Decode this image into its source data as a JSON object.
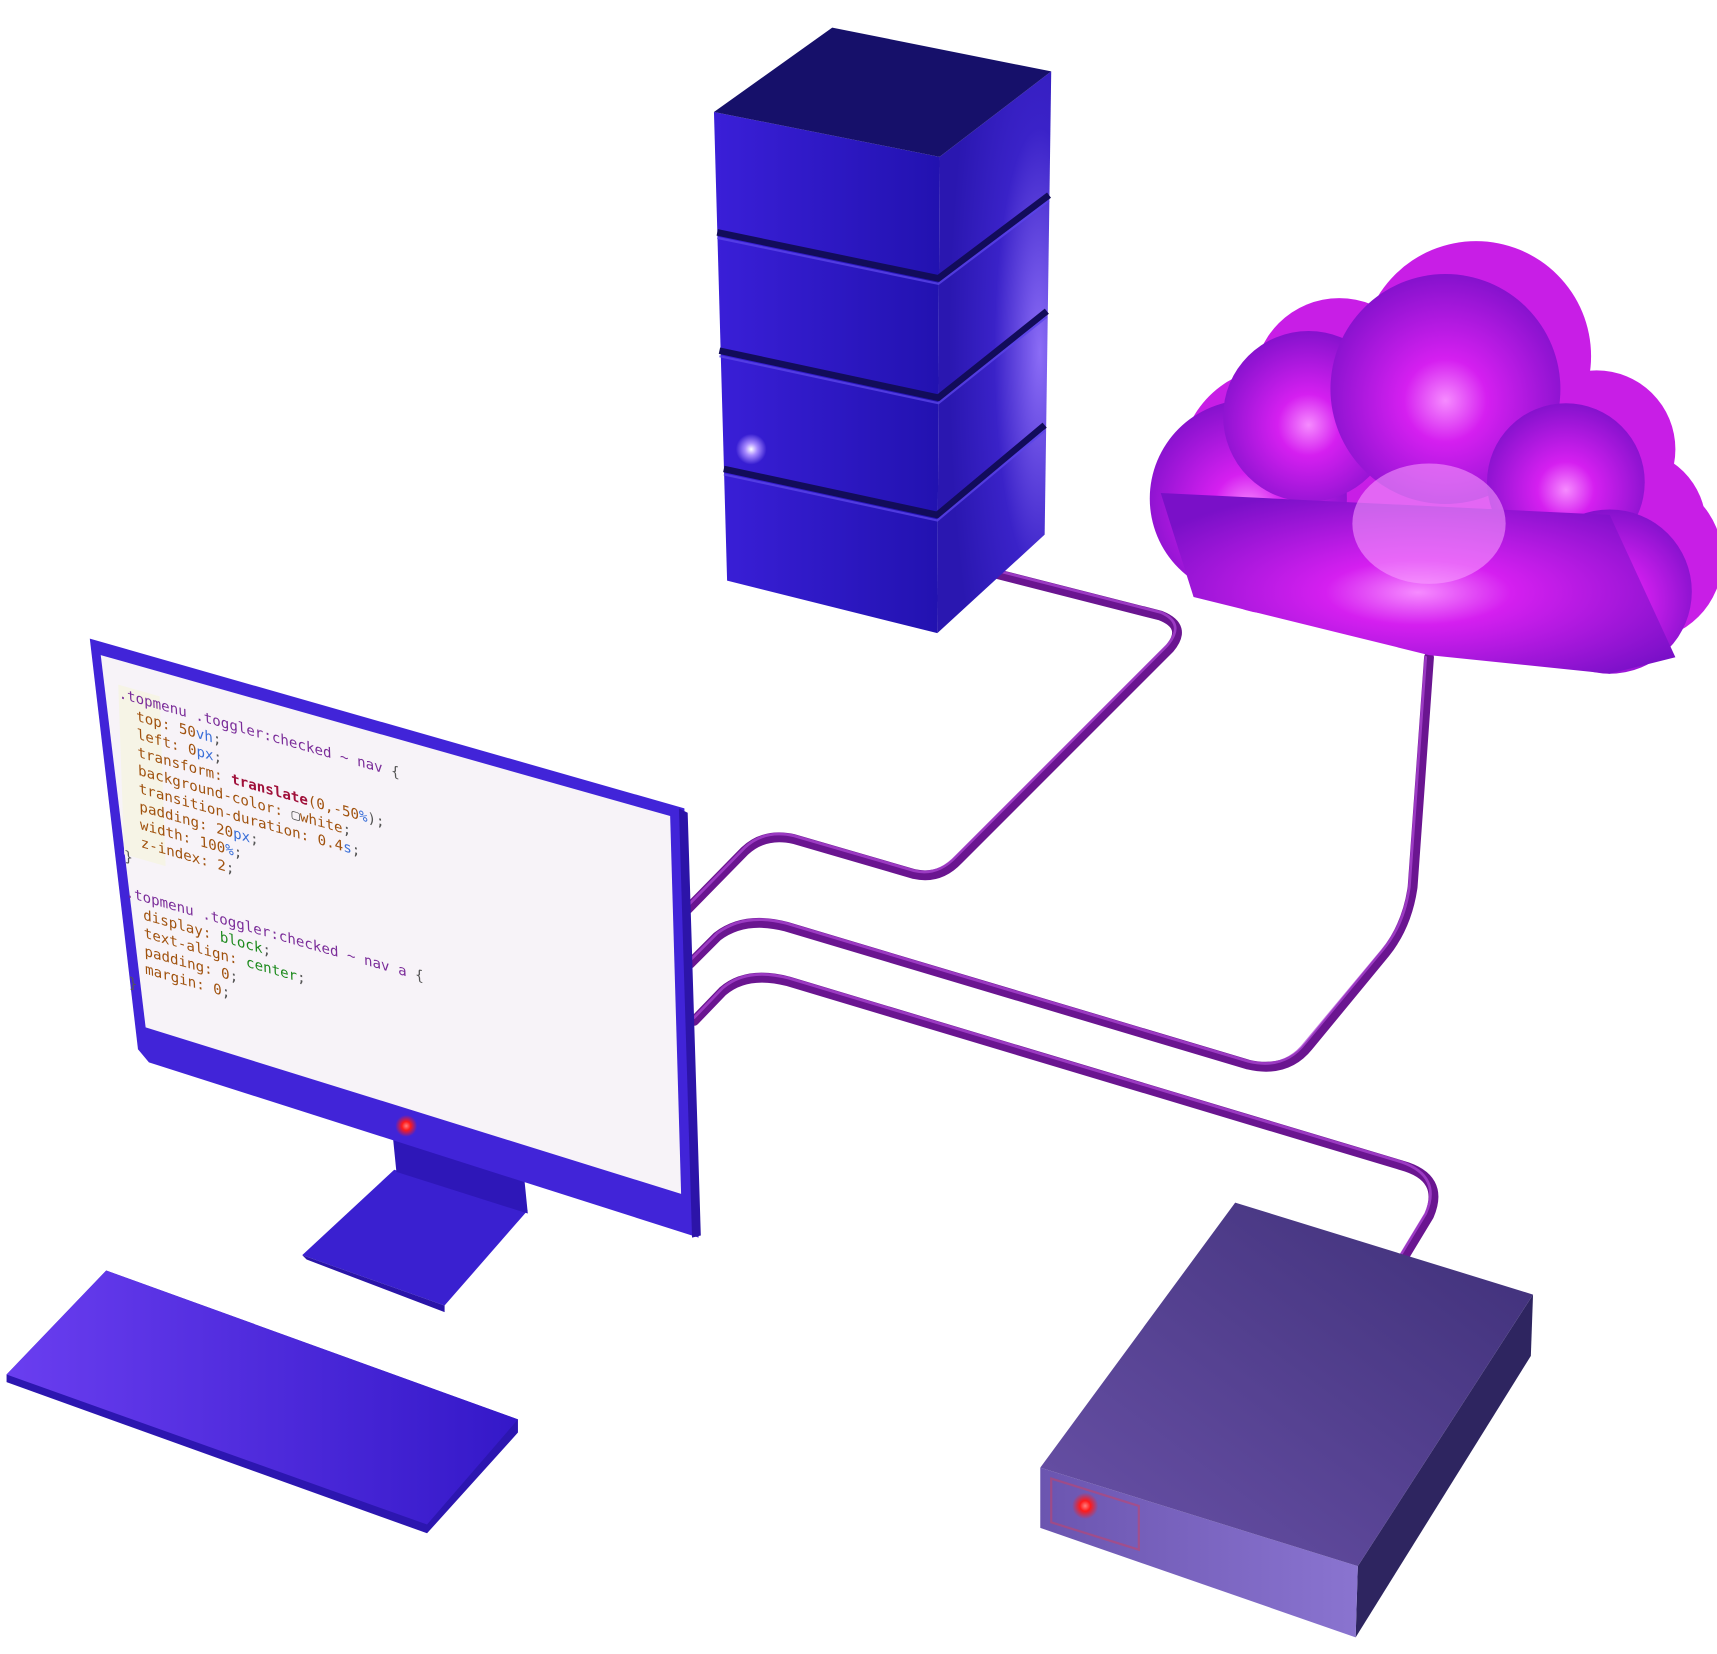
{
  "colors": {
    "server": "#2a17c0",
    "cloud": "#c21ae8",
    "monitor": "#3f22d6",
    "keyboard": "#4a2ae0",
    "box": "#5c4699",
    "cable": "#7a1aa0",
    "led_red": "#ff2a2a"
  },
  "icons": [
    "server-icon",
    "cloud-icon",
    "monitor-icon",
    "keyboard-icon",
    "storage-box-icon",
    "cable-icon"
  ],
  "code_editor": {
    "lines": [
      [
        {
          "t": ".topmenu .toggler:checked ~ nav ",
          "c": "sel"
        },
        {
          "t": "{",
          "c": "punct"
        }
      ],
      [
        {
          "t": "  top: ",
          "c": "prop"
        },
        {
          "t": "50",
          "c": "num"
        },
        {
          "t": "vh",
          "c": "unit"
        },
        {
          "t": ";",
          "c": "punct"
        }
      ],
      [
        {
          "t": "  left: ",
          "c": "prop"
        },
        {
          "t": "0",
          "c": "num"
        },
        {
          "t": "px",
          "c": "unit"
        },
        {
          "t": ";",
          "c": "punct"
        }
      ],
      [
        {
          "t": "  transform: ",
          "c": "prop"
        },
        {
          "t": "translate",
          "c": "fn"
        },
        {
          "t": "(0,-50",
          "c": "num"
        },
        {
          "t": "%",
          "c": "unit"
        },
        {
          "t": ");",
          "c": "punct"
        }
      ],
      [
        {
          "t": "  background-color: ",
          "c": "prop"
        },
        {
          "t": "▢",
          "c": "punct"
        },
        {
          "t": "white",
          "c": "color"
        },
        {
          "t": ";",
          "c": "punct"
        }
      ],
      [
        {
          "t": "  transition-duration: ",
          "c": "prop"
        },
        {
          "t": "0.4",
          "c": "num"
        },
        {
          "t": "s",
          "c": "unit"
        },
        {
          "t": ";",
          "c": "punct"
        }
      ],
      [
        {
          "t": "  padding: ",
          "c": "prop"
        },
        {
          "t": "20",
          "c": "num"
        },
        {
          "t": "px",
          "c": "unit"
        },
        {
          "t": ";",
          "c": "punct"
        }
      ],
      [
        {
          "t": "  width: ",
          "c": "prop"
        },
        {
          "t": "100",
          "c": "num"
        },
        {
          "t": "%",
          "c": "unit"
        },
        {
          "t": ";",
          "c": "punct"
        }
      ],
      [
        {
          "t": "  z-index: ",
          "c": "prop"
        },
        {
          "t": "2",
          "c": "num"
        },
        {
          "t": ";",
          "c": "punct"
        }
      ],
      [
        {
          "t": "}",
          "c": "punct"
        }
      ],
      [],
      [
        {
          "t": ".topmenu .toggler:checked ~ nav a ",
          "c": "sel"
        },
        {
          "t": "{",
          "c": "punct"
        }
      ],
      [
        {
          "t": "  display: ",
          "c": "prop"
        },
        {
          "t": "block",
          "c": "kw"
        },
        {
          "t": ";",
          "c": "punct"
        }
      ],
      [
        {
          "t": "  text-align: ",
          "c": "prop"
        },
        {
          "t": "center",
          "c": "kw"
        },
        {
          "t": ";",
          "c": "punct"
        }
      ],
      [
        {
          "t": "  padding: ",
          "c": "prop"
        },
        {
          "t": "0",
          "c": "num"
        },
        {
          "t": ";",
          "c": "punct"
        }
      ],
      [
        {
          "t": "  margin: ",
          "c": "prop"
        },
        {
          "t": "0",
          "c": "num"
        },
        {
          "t": ";",
          "c": "punct"
        }
      ],
      [
        {
          "t": "}",
          "c": "punct"
        }
      ]
    ]
  }
}
